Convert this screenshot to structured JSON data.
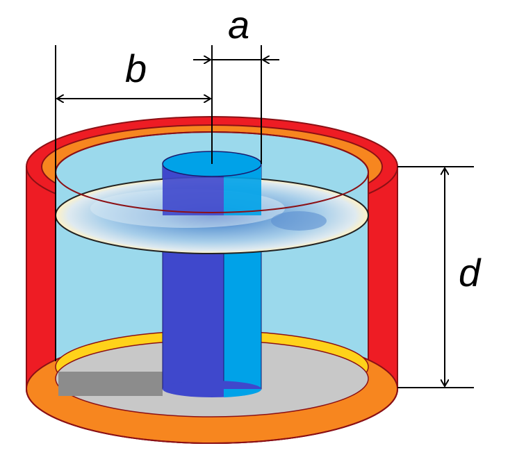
{
  "labels": {
    "a": "a",
    "b": "b",
    "d": "d"
  },
  "colors": {
    "outer_wall": "#ee1c24",
    "inner_wall": "#f7861f",
    "outline": "#8b1015",
    "fluid": "#9bd9ec",
    "bottom_plate": "#c8c8c8",
    "bottom_shadow": "#8c8c8c",
    "bottom_heater_strip": "#ffd21a",
    "cylinder_dark": "#3f48cc",
    "cylinder_light": "#00a2e8",
    "disk_rim": "#fff2c4",
    "disk_blue": "#5b8fd0",
    "dimension_line": "#000000"
  }
}
